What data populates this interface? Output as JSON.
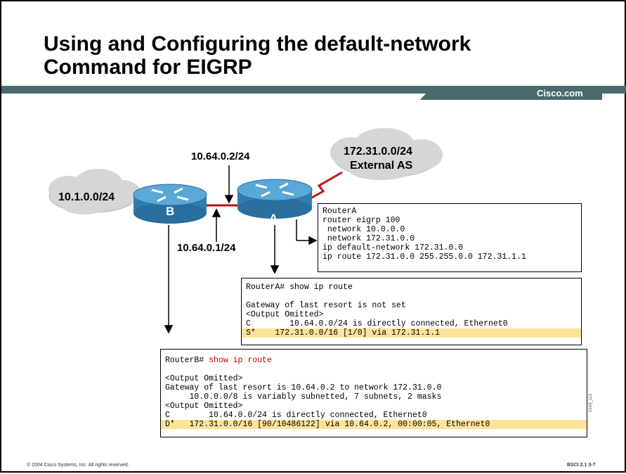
{
  "slide": {
    "title_line1": "Using and Configuring the default-network",
    "title_line2": "Command for EIGRP",
    "brand": "Cisco.com",
    "footer_copyright": "© 2004 Cisco Systems, Inc. All rights reserved.",
    "footer_page": "BSCI 2.1    3-7",
    "figure_id": "0143_113"
  },
  "diagram": {
    "cloud_left": "10.1.0.0/24",
    "cloud_right_line1": "172.31.0.0/24",
    "cloud_right_line2": "External AS",
    "label_a_if": "10.64.0.2/24",
    "label_b_if": "10.64.0.1/24",
    "router_b": "B",
    "router_a": "A"
  },
  "router_a_config": {
    "lines": [
      "RouterA",
      "router eigrp 100",
      " network 10.0.0.0",
      " network 172.31.0.0",
      "ip default-network 172.31.0.0",
      "ip route 172.31.0.0 255.255.0.0 172.31.1.1"
    ]
  },
  "router_a_output": {
    "prompt": "RouterA# ",
    "command": "show ip route",
    "blank": " ",
    "line1": "Gateway of last resort is not set",
    "line2": "<Output Omitted>",
    "line3": "C        10.64.0.0/24 is directly connected, Ethernet0",
    "line4": "S*    172.31.0.0/16 [1/0] via 172.31.1.1"
  },
  "router_b_output": {
    "prompt": "RouterB# ",
    "command": "show ip route",
    "blank": " ",
    "line1": "<Output Omitted>",
    "line2": "Gateway of last resort is 10.64.0.2 to network 172.31.0.0",
    "line3": "     10.0.0.0/8 is variably subnetted, 7 subnets, 2 masks",
    "line4": "<Output Omitted>",
    "line5": "C        10.64.0.0/24 is directly connected, Ethernet0",
    "line6": "D*   172.31.0.0/16 [90/10486122] via 10.64.0.2, 00:00:05, Ethernet0"
  },
  "colors": {
    "header_bar": "#4a6b6b",
    "router": "#3b8fc4",
    "link": "#b01010",
    "highlight": "#ffe39a"
  }
}
